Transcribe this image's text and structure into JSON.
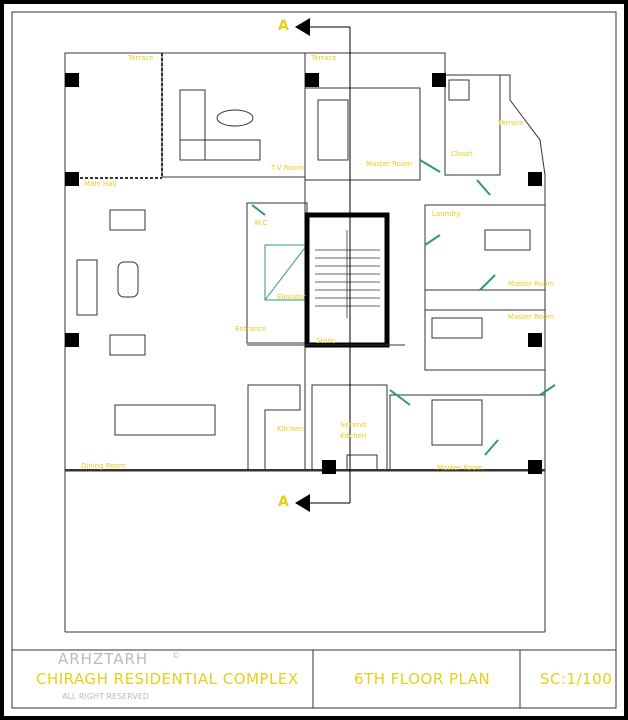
{
  "drawing": {
    "section_marks": {
      "top": "A",
      "bottom": "A"
    },
    "rooms": {
      "terrace_left": "Terrace",
      "terrace_mid": "Terrace",
      "terrace_right": "Terrace",
      "tv_room": "T.V Room",
      "main_hall": "Main Hall",
      "master_room_top": "Master Room",
      "closet": "Closet",
      "wc": "W.C",
      "laundry": "Laundry",
      "master_room_right_1": "Master Room",
      "master_room_right_2": "Master Room",
      "elevator": "Elevator",
      "entrance": "Entrance",
      "stairs": "Stairs",
      "kitchen": "Kitchen",
      "second_kitchen": "Second Kitchen",
      "dining_room": "Dining Room",
      "master_room_bottom": "Master Room"
    }
  },
  "title_block": {
    "project": "CHIRAGH RESIDENTIAL COMPLEX",
    "sheet_title": "6TH FLOOR PLAN",
    "scale": "SC:1/100"
  },
  "watermark": {
    "brand": "ARHZTARH",
    "rights": "ALL RIGHT RESERVED",
    "symbol": "©"
  },
  "colors": {
    "label": "#e6cf1a",
    "door": "#2e9b6a",
    "wall": "#000000"
  }
}
